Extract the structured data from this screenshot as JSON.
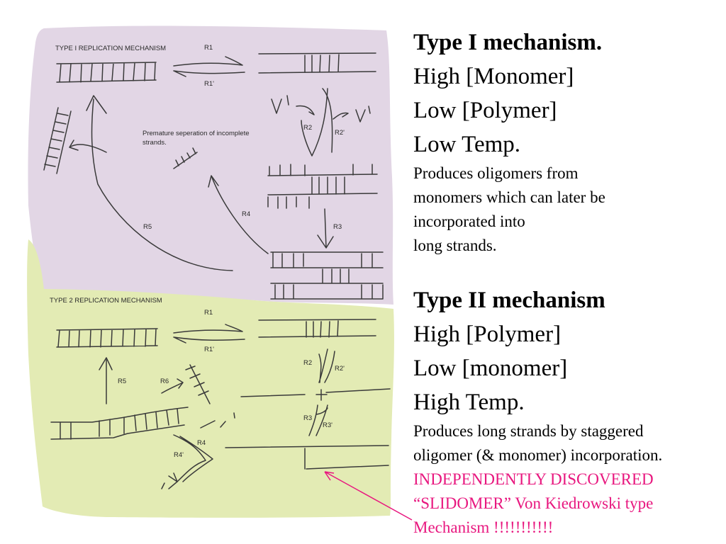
{
  "type1_panel": {
    "title": "TYPE I REPLICATION MECHANISM",
    "labels": {
      "r1": "R1",
      "r1p": "R1'",
      "r2": "R2",
      "r2p": "R2'",
      "r3": "R3",
      "r4": "R4",
      "r5": "R5"
    },
    "note_line1": "Premature seperation of incomplete",
    "note_line2": "strands.",
    "fill_color": "#e2d6e5"
  },
  "type2_panel": {
    "title": "TYPE 2 REPLICATION MECHANISM",
    "labels": {
      "r1": "R1",
      "r1p": "R1'",
      "r2": "R2",
      "r2p": "R2'",
      "r3": "R3",
      "r3p": "R3'",
      "r4": "R4",
      "r4p": "R4'",
      "r5": "R5",
      "r6": "R6"
    },
    "fill_color": "#e3ebb4"
  },
  "type1_text": {
    "heading": "Type I mechanism.",
    "line1": "High [Monomer]",
    "line2": "Low [Polymer]",
    "line3": "Low Temp.",
    "desc1": "Produces oligomers from",
    "desc2": "monomers which can later be",
    "desc3": "incorporated into",
    "desc4": "long strands."
  },
  "type2_text": {
    "heading": "Type II mechanism",
    "line1": "High [Polymer]",
    "line2": "Low [monomer]",
    "line3": "High Temp.",
    "desc1": "Produces long strands by staggered",
    "desc2": "oligomer (& monomer) incorporation.",
    "highlight1": "INDEPENDENTLY DISCOVERED",
    "highlight2": "“SLIDOMER” Von Kiedrowski type",
    "highlight3": "Mechanism !!!!!!!!!!!"
  },
  "colors": {
    "highlight": "#e8177f",
    "ink": "#3a3a3a"
  }
}
